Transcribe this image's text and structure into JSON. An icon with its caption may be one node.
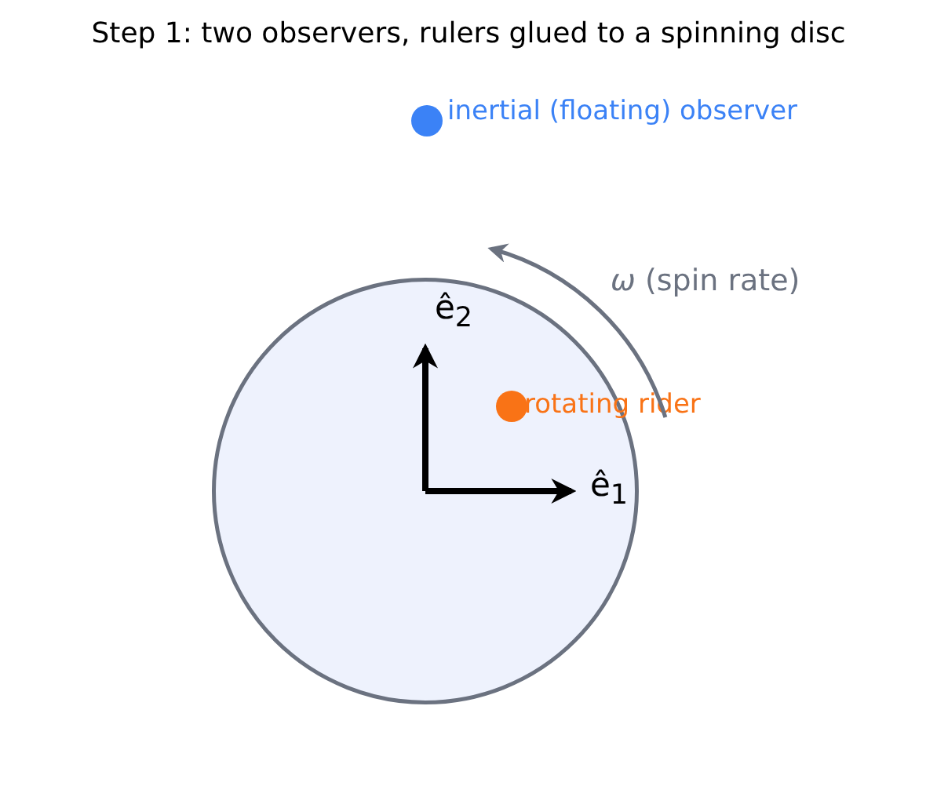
{
  "diagram": {
    "title": "Step 1: two observers, rulers glued to a spinning disc",
    "nodes": [
      {
        "text": [],
        "shape": "circle"
      },
      {
        "text": [],
        "shape": "circle",
        "beside": [
          "inertial (floating) observer"
        ]
      },
      {
        "text": [],
        "shape": "circle",
        "in": 0,
        "beside": [
          "rotating rider"
        ]
      }
    ],
    "labels": [
      "*ω* (spin rate)",
      "ê$_{2}$",
      "ê$_{1}$"
    ]
  }
}
